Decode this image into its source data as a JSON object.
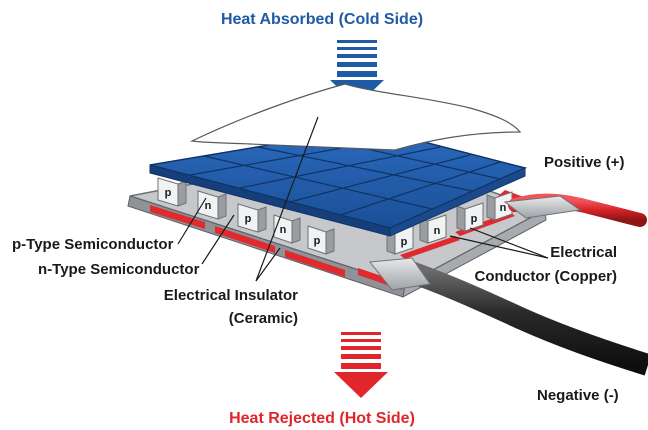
{
  "heat_absorbed_label": "Heat Absorbed (Cold Side)",
  "heat_rejected_label": "Heat Rejected (Hot Side)",
  "positive_label": "Positive (+)",
  "negative_label": "Negative (-)",
  "p_type_label": "p-Type Semiconductor",
  "n_type_label": "n-Type Semiconductor",
  "insulator_label_line1": "Electrical Insulator",
  "insulator_label_line2": "(Ceramic)",
  "conductor_label_line1": "Electrical",
  "conductor_label_line2": "Conductor (Copper)",
  "pellet_p": "p",
  "pellet_n": "n",
  "colors": {
    "cold_blue": "#1f5aa6",
    "hot_red": "#e0262b",
    "ceramic_gray": "#b9bcc0",
    "copper_red": "#e02a2e",
    "wire_black": "#2b2b2b"
  }
}
